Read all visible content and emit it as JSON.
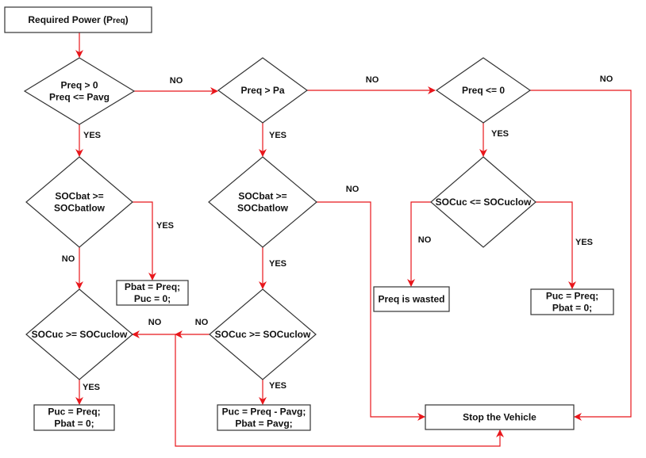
{
  "colors": {
    "edge": "#e8161b",
    "node_border": "#333333",
    "text": "#111111",
    "background": "#ffffff"
  },
  "nodes": {
    "start": {
      "kind": "process",
      "lines": [
        "Required Power (Preq)"
      ]
    },
    "d_preq_range": {
      "kind": "decision",
      "lines": [
        "Preq > 0",
        "Preq <= Pavg"
      ]
    },
    "d_preq_gt_pa": {
      "kind": "decision",
      "lines": [
        "Preq > Pa"
      ]
    },
    "d_preq_le_0": {
      "kind": "decision",
      "lines": [
        "Preq <= 0"
      ]
    },
    "d_socbat_1": {
      "kind": "decision",
      "lines": [
        "SOCbat >=",
        "SOCbatlow"
      ]
    },
    "d_socbat_2": {
      "kind": "decision",
      "lines": [
        "SOCbat >=",
        "SOCbatlow"
      ]
    },
    "d_socuc_le": {
      "kind": "decision",
      "lines": [
        "SOCuc <= SOCuclow"
      ]
    },
    "p_bat_only": {
      "kind": "process",
      "lines": [
        "Pbat = Preq;",
        "Puc = 0;"
      ]
    },
    "d_socuc_1": {
      "kind": "decision",
      "lines": [
        "SOCuc >= SOCuclow"
      ]
    },
    "d_socuc_2": {
      "kind": "decision",
      "lines": [
        "SOCuc >= SOCuclow"
      ]
    },
    "p_wasted": {
      "kind": "process",
      "lines": [
        "Preq is wasted"
      ]
    },
    "p_uc_only_right": {
      "kind": "process",
      "lines": [
        "Puc = Preq;",
        "Pbat = 0;"
      ]
    },
    "p_uc_only_left": {
      "kind": "process",
      "lines": [
        "Puc = Preq;",
        "Pbat = 0;"
      ]
    },
    "p_split": {
      "kind": "process",
      "lines": [
        "Puc = Preq - Pavg;",
        "Pbat = Pavg;"
      ]
    },
    "stop": {
      "kind": "terminal",
      "lines": [
        "Stop the Vehicle"
      ]
    }
  },
  "edges": [
    {
      "from": "start",
      "to": "d_preq_range",
      "label": ""
    },
    {
      "from": "d_preq_range",
      "to": "d_preq_gt_pa",
      "label": "NO"
    },
    {
      "from": "d_preq_gt_pa",
      "to": "d_preq_le_0",
      "label": "NO"
    },
    {
      "from": "d_preq_le_0",
      "to": "stop",
      "label": "NO"
    },
    {
      "from": "d_preq_range",
      "to": "d_socbat_1",
      "label": "YES"
    },
    {
      "from": "d_preq_gt_pa",
      "to": "d_socbat_2",
      "label": "YES"
    },
    {
      "from": "d_preq_le_0",
      "to": "d_socuc_le",
      "label": "YES"
    },
    {
      "from": "d_socbat_1",
      "to": "p_bat_only",
      "label": "YES"
    },
    {
      "from": "d_socbat_1",
      "to": "d_socuc_1",
      "label": "NO"
    },
    {
      "from": "d_socbat_2",
      "to": "stop",
      "label": "NO"
    },
    {
      "from": "d_socbat_2",
      "to": "d_socuc_2",
      "label": "YES"
    },
    {
      "from": "d_socuc_le",
      "to": "p_wasted",
      "label": "NO"
    },
    {
      "from": "d_socuc_le",
      "to": "p_uc_only_right",
      "label": "YES"
    },
    {
      "from": "d_socuc_2",
      "to": "d_socuc_1",
      "label": "NO"
    },
    {
      "from": "d_socuc_1",
      "to": "stop",
      "label": "NO"
    },
    {
      "from": "d_socuc_1",
      "to": "p_uc_only_left",
      "label": "YES"
    },
    {
      "from": "d_socuc_2",
      "to": "p_split",
      "label": "YES"
    }
  ]
}
